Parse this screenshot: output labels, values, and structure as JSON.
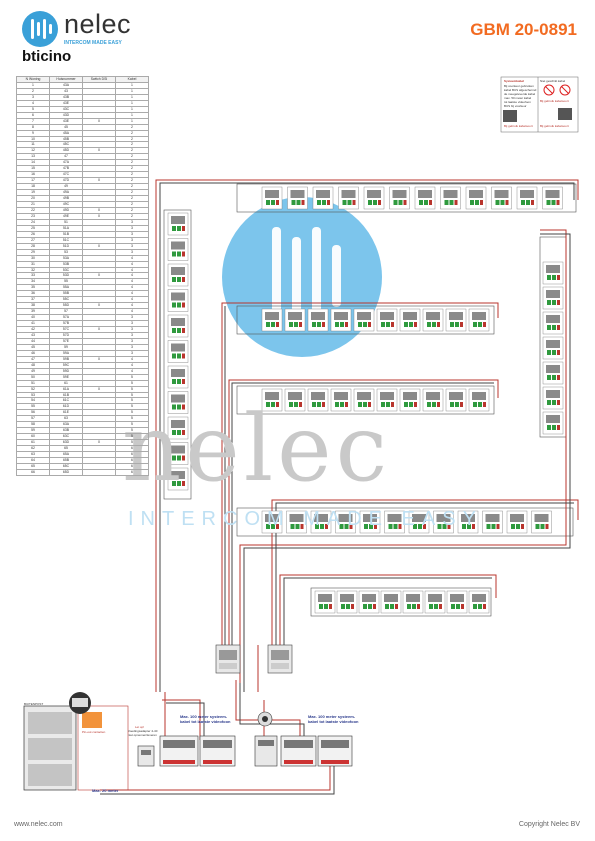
{
  "header": {
    "brand_name": "nelec",
    "brand_tagline": "INTERCOM MADE EASY",
    "bticino": "bticino",
    "doc_code": "GBM 20-0891"
  },
  "footer": {
    "website": "www.nelec.com",
    "copyright": "Copyright Nelec BV"
  },
  "watermark": {
    "text": "nelec",
    "tagline": "INTERCOM MADE EASY"
  },
  "address_table": {
    "headers": [
      "N Woning",
      "Huisnummer",
      "Switch DSI",
      "Kabel"
    ],
    "rows": [
      [
        "1",
        "43A",
        "",
        "1"
      ],
      [
        "2",
        "43",
        "",
        "1"
      ],
      [
        "3",
        "43B",
        "",
        "1"
      ],
      [
        "4",
        "43E",
        "",
        "1"
      ],
      [
        "5",
        "43C",
        "",
        "1"
      ],
      [
        "6",
        "43D",
        "",
        "1"
      ],
      [
        "7",
        "43E",
        "X",
        "1"
      ],
      [
        "8",
        "45",
        "",
        "2"
      ],
      [
        "9",
        "45A",
        "",
        "2"
      ],
      [
        "10",
        "45B",
        "",
        "2"
      ],
      [
        "11",
        "45C",
        "",
        "2"
      ],
      [
        "12",
        "45D",
        "X",
        "2"
      ],
      [
        "13",
        "47",
        "",
        "2"
      ],
      [
        "14",
        "47A",
        "",
        "2"
      ],
      [
        "15",
        "47B",
        "",
        "2"
      ],
      [
        "16",
        "47C",
        "",
        "2"
      ],
      [
        "17",
        "47D",
        "X",
        "2"
      ],
      [
        "18",
        "49",
        "",
        "2"
      ],
      [
        "19",
        "49A",
        "",
        "2"
      ],
      [
        "20",
        "49B",
        "",
        "2"
      ],
      [
        "21",
        "49C",
        "",
        "2"
      ],
      [
        "22",
        "49D",
        "X",
        "2"
      ],
      [
        "23",
        "49E",
        "X",
        "2"
      ],
      [
        "24",
        "51",
        "",
        "3"
      ],
      [
        "25",
        "51A",
        "",
        "3"
      ],
      [
        "26",
        "51B",
        "",
        "3"
      ],
      [
        "27",
        "51C",
        "",
        "3"
      ],
      [
        "28",
        "51D",
        "X",
        "3"
      ],
      [
        "29",
        "53",
        "",
        "3"
      ],
      [
        "30",
        "53A",
        "",
        "4"
      ],
      [
        "31",
        "53B",
        "",
        "4"
      ],
      [
        "32",
        "53C",
        "",
        "4"
      ],
      [
        "33",
        "53D",
        "X",
        "4"
      ],
      [
        "34",
        "55",
        "",
        "4"
      ],
      [
        "35",
        "55A",
        "",
        "4"
      ],
      [
        "36",
        "55B",
        "",
        "4"
      ],
      [
        "37",
        "55C",
        "",
        "4"
      ],
      [
        "38",
        "55D",
        "X",
        "4"
      ],
      [
        "39",
        "57",
        "",
        "4"
      ],
      [
        "40",
        "57A",
        "",
        "3"
      ],
      [
        "41",
        "57B",
        "",
        "3"
      ],
      [
        "42",
        "57C",
        "X",
        "3"
      ],
      [
        "43",
        "57D",
        "",
        "3"
      ],
      [
        "44",
        "57E",
        "",
        "3"
      ],
      [
        "45",
        "59",
        "",
        "3"
      ],
      [
        "46",
        "59A",
        "",
        "3"
      ],
      [
        "47",
        "59B",
        "X",
        "4"
      ],
      [
        "48",
        "59C",
        "",
        "4"
      ],
      [
        "49",
        "59D",
        "",
        "4"
      ],
      [
        "50",
        "59E",
        "",
        "5"
      ],
      [
        "51",
        "61",
        "",
        "5"
      ],
      [
        "52",
        "61A",
        "X",
        "5"
      ],
      [
        "53",
        "61B",
        "",
        "5"
      ],
      [
        "54",
        "61C",
        "",
        "5"
      ],
      [
        "55",
        "61D",
        "",
        "5"
      ],
      [
        "56",
        "61E",
        "",
        "5"
      ],
      [
        "57",
        "63",
        "",
        "5"
      ],
      [
        "58",
        "63A",
        "",
        "5"
      ],
      [
        "59",
        "63B",
        "",
        "5"
      ],
      [
        "60",
        "63C",
        "",
        "5"
      ],
      [
        "61",
        "63D",
        "X",
        "5"
      ],
      [
        "62",
        "65",
        "",
        "6"
      ],
      [
        "63",
        "65A",
        "",
        "6"
      ],
      [
        "64",
        "65B",
        "",
        "6"
      ],
      [
        "65",
        "65C",
        "",
        "6"
      ],
      [
        "66",
        "65D",
        "",
        "6"
      ]
    ]
  },
  "labels": {
    "cable_note_1": "Max. 100 meter systeem-",
    "cable_note_1b": "kabel tot laatste videofoon",
    "cable_note_2": "Max. 100 meter systeem-",
    "cable_note_2b": "kabel tot laatste videofoon",
    "bottom_cable": "Max. 20 meter",
    "power_note": "Let op!",
    "power_note_b": "Voedingsadapter 4-40",
    "power_note_c": "niet opnemen/leveren",
    "panel_label": "BUITENPOST",
    "panel_sub": "Pin-out contacten"
  },
  "legend_panel": {
    "title": "Systeemkabel",
    "lines": [
      "Bij voorkeur gebruiken",
      "kabel BUS afgeschermd",
      "de meegeleverde kabel",
      "max. 50 meter kabel",
      "tot laatste videofoon",
      "BUS bij voorkeur"
    ],
    "footer": "Bij gebruik kabelsoort",
    "right_lines": [
      "Niet geschikt kabel",
      "Bij gebruik kabelsoort",
      "Bij gebruik kabelsoort"
    ]
  },
  "colors": {
    "accent_orange": "#f26b21",
    "brand_blue": "#3aa0d8",
    "cable_red": "#b8352d",
    "cable_dark": "#444444",
    "module_green": "#2f9a3e",
    "label_navy": "#2b3a8c"
  },
  "icons": {
    "logo": "nelec-logo-icon",
    "no_entry": "no-entry-icon",
    "warning": "warning-icon"
  }
}
